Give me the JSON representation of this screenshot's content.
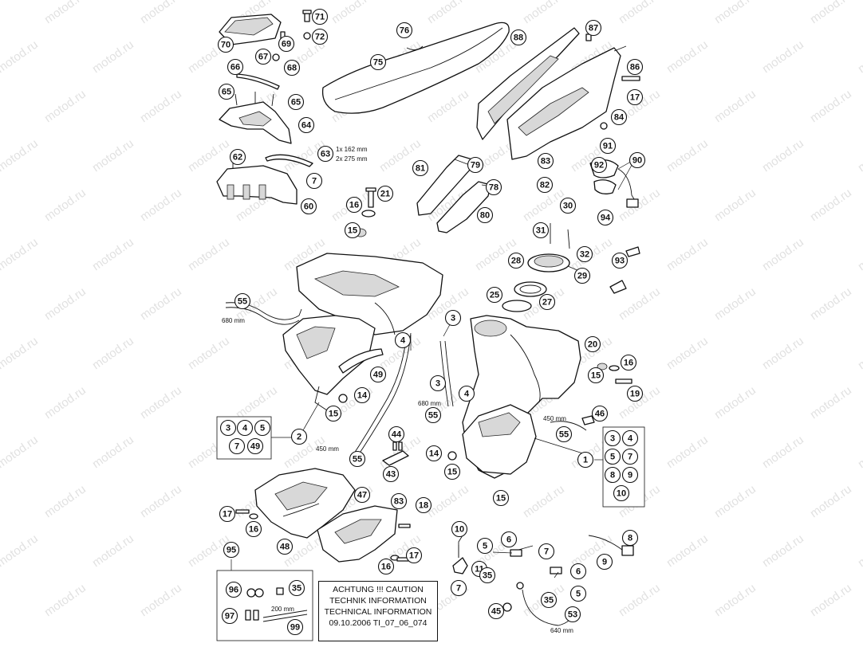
{
  "watermark": "motod.ru",
  "caution": {
    "line1": "ACHTUNG !!! CAUTION",
    "line2": "TECHNIK INFORMATION",
    "line3": "TECHNICAL INFORMATION",
    "line4": "09.10.2006  TI_07_06_074"
  },
  "measurements": {
    "m1": "1x 162 mm",
    "m2": "2x 275 mm",
    "m3": "680 mm",
    "m4": "680 mm",
    "m5": "450 mm",
    "m6": "450 mm",
    "m7": "200 mm",
    "m8": "640 mm"
  },
  "callouts": [
    "71",
    "72",
    "70",
    "69",
    "67",
    "68",
    "66",
    "65",
    "65",
    "64",
    "63",
    "62",
    "7",
    "60",
    "76",
    "75",
    "88",
    "87",
    "86",
    "17",
    "84",
    "91",
    "90",
    "92",
    "83",
    "82",
    "79",
    "81",
    "78",
    "80",
    "94",
    "21",
    "16",
    "15",
    "30",
    "31",
    "32",
    "93",
    "28",
    "29",
    "25",
    "27",
    "55",
    "3",
    "4",
    "3",
    "4",
    "55",
    "20",
    "16",
    "15",
    "19",
    "46",
    "55",
    "1",
    "49",
    "14",
    "15",
    "2",
    "55",
    "44",
    "43",
    "14",
    "15",
    "15",
    "17",
    "16",
    "48",
    "47",
    "83",
    "18",
    "16",
    "17",
    "10",
    "11",
    "7",
    "5",
    "6",
    "7",
    "5",
    "6",
    "35",
    "35",
    "45",
    "53",
    "8",
    "9",
    "95",
    "96",
    "35",
    "97",
    "99"
  ],
  "groups": {
    "left": [
      "3",
      "4",
      "5",
      "7",
      "49"
    ],
    "right": [
      "3",
      "4",
      "5",
      "7",
      "8",
      "9",
      "10"
    ]
  }
}
